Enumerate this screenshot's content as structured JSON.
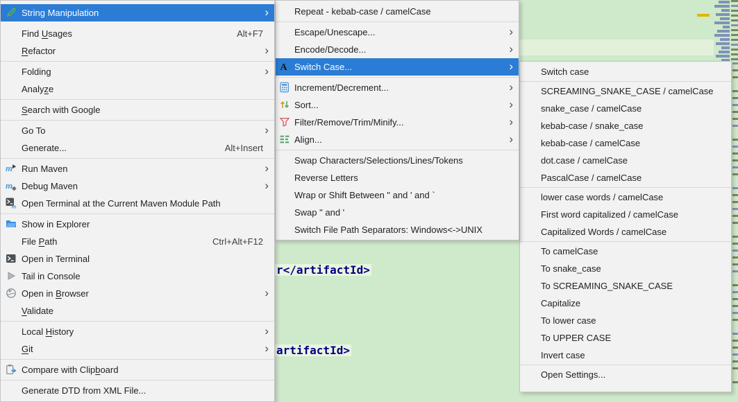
{
  "colors": {
    "selection_blue": "#2b7cd4",
    "menu_background": "#f2f2f2",
    "editor_green": "#cfe9cb",
    "editor_light_band": "#e3f1da",
    "code_highlight": "#e9f5e1",
    "code_text_navy": "#000080",
    "yellow_mark": "#ddb902",
    "minimap_blue": "#7e93b6",
    "stripe_olive": "#78885c"
  },
  "editor": {
    "code_fragments": [
      "r</artifactId>",
      "artifactId>"
    ]
  },
  "context_menu": {
    "items": [
      {
        "label": "String Manipulation",
        "icon": "pencil",
        "selected": true,
        "submenu": true
      },
      {
        "type": "spacer"
      },
      {
        "label": "Find Usages",
        "shortcut": "Alt+F7",
        "mnemonic": "U"
      },
      {
        "label": "Refactor",
        "mnemonic": "R",
        "submenu": true
      },
      {
        "type": "separator"
      },
      {
        "label": "Folding",
        "submenu": true
      },
      {
        "label": "Analyze",
        "mnemonic": "z"
      },
      {
        "type": "separator"
      },
      {
        "label": "Search with Google",
        "mnemonic": "S"
      },
      {
        "type": "separator"
      },
      {
        "label": "Go To",
        "submenu": true
      },
      {
        "label": "Generate...",
        "shortcut": "Alt+Insert"
      },
      {
        "type": "separator"
      },
      {
        "label": "Run Maven",
        "icon": "maven-run",
        "submenu": true
      },
      {
        "label": "Debug Maven",
        "icon": "maven-debug",
        "submenu": true
      },
      {
        "label": "Open Terminal at the Current Maven Module Path",
        "icon": "terminal-maven"
      },
      {
        "type": "separator"
      },
      {
        "label": "Show in Explorer",
        "icon": "folder"
      },
      {
        "label": "File Path",
        "shortcut": "Ctrl+Alt+F12",
        "mnemonic": "P"
      },
      {
        "label": "Open in Terminal",
        "icon": "terminal"
      },
      {
        "label": "Tail in Console",
        "icon": "play"
      },
      {
        "label": "Open in Browser",
        "icon": "globe",
        "mnemonic": "B",
        "submenu": true
      },
      {
        "label": "Validate",
        "mnemonic": "V"
      },
      {
        "type": "separator"
      },
      {
        "label": "Local History",
        "mnemonic": "H",
        "submenu": true
      },
      {
        "label": "Git",
        "mnemonic": "G",
        "submenu": true
      },
      {
        "type": "separator"
      },
      {
        "label": "Compare with Clipboard",
        "icon": "clipboard",
        "mnemonic": "b"
      },
      {
        "type": "separator"
      },
      {
        "label": "Generate DTD from XML File..."
      }
    ]
  },
  "string_manipulation_menu": {
    "items": [
      {
        "label": "Repeat - kebab-case / camelCase"
      },
      {
        "type": "separator"
      },
      {
        "label": "Escape/Unescape...",
        "submenu": true
      },
      {
        "label": "Encode/Decode...",
        "submenu": true
      },
      {
        "label": "Switch Case...",
        "icon": "switch-case",
        "selected": true,
        "submenu": true
      },
      {
        "type": "separator"
      },
      {
        "label": "Increment/Decrement...",
        "icon": "calculator",
        "submenu": true
      },
      {
        "label": "Sort...",
        "icon": "sort",
        "submenu": true
      },
      {
        "label": "Filter/Remove/Trim/Minify...",
        "icon": "filter",
        "submenu": true
      },
      {
        "label": "Align...",
        "icon": "align",
        "submenu": true
      },
      {
        "type": "separator"
      },
      {
        "label": "Swap Characters/Selections/Lines/Tokens"
      },
      {
        "label": "Reverse Letters"
      },
      {
        "label": "Wrap or Shift Between \" and ' and `"
      },
      {
        "label": "Swap \" and '"
      },
      {
        "label": "Switch File Path Separators: Windows<->UNIX"
      }
    ]
  },
  "switch_case_menu": {
    "items": [
      {
        "label": "Switch case"
      },
      {
        "type": "separator"
      },
      {
        "label": "SCREAMING_SNAKE_CASE / camelCase"
      },
      {
        "label": "snake_case / camelCase"
      },
      {
        "label": "kebab-case / snake_case"
      },
      {
        "label": "kebab-case / camelCase"
      },
      {
        "label": "dot.case / camelCase"
      },
      {
        "label": "PascalCase / camelCase"
      },
      {
        "type": "separator"
      },
      {
        "label": "lower case words / camelCase"
      },
      {
        "label": "First word capitalized / camelCase"
      },
      {
        "label": "Capitalized Words / camelCase"
      },
      {
        "type": "separator"
      },
      {
        "label": "To camelCase"
      },
      {
        "label": "To snake_case"
      },
      {
        "label": "To SCREAMING_SNAKE_CASE"
      },
      {
        "label": "Capitalize"
      },
      {
        "label": "To lower case"
      },
      {
        "label": "To UPPER CASE"
      },
      {
        "label": "Invert case"
      },
      {
        "type": "separator"
      },
      {
        "label": "Open Settings..."
      }
    ]
  }
}
